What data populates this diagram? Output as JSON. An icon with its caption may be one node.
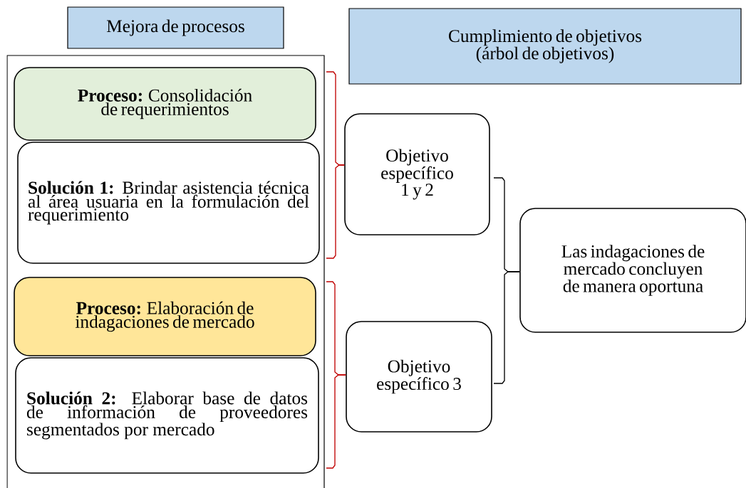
{
  "diagram": {
    "nodes": [
      {
        "text": [
          "Mejora de procesos"
        ]
      },
      {
        "text": [
          "Cumplimiento de objetivos (árbol de objetivos)"
        ]
      },
      {
        "text": [],
        "shape": "box"
      },
      {
        "text": [
          "**Proceso:** Consolidación de requerimientos"
        ],
        "in": 2
      },
      {
        "text": [
          "**Solución 1:** Brindar asistencia técnica al área usuaria en la formulación del requerimiento"
        ],
        "in": 2
      },
      {
        "text": [
          "**Proceso:** Elaboración de indagaciones de mercado"
        ],
        "in": 2
      },
      {
        "text": [
          "**Solución 2:** Elaborar base de datos de información de proveedores segmentados por mercado"
        ],
        "in": 2
      },
      {
        "text": [
          "Objetivo específico 1 y 2"
        ]
      },
      {
        "text": [
          "Objetivo específico 3"
        ]
      },
      {
        "text": [
          "Las indagaciones de mercado concluyen de manera oportuna"
        ]
      }
    ],
    "edges": [
      {
        "from": 3,
        "to": 7,
        "arrow": "none"
      },
      {
        "from": 4,
        "to": 7,
        "arrow": "none"
      },
      {
        "from": 5,
        "to": 8,
        "arrow": "none"
      },
      {
        "from": 6,
        "to": 8,
        "arrow": "none"
      },
      {
        "from": 7,
        "to": 9,
        "arrow": "none",
        "color": "#000000"
      },
      {
        "from": 8,
        "to": 9,
        "arrow": "none",
        "color": "#000000"
      }
    ]
  }
}
